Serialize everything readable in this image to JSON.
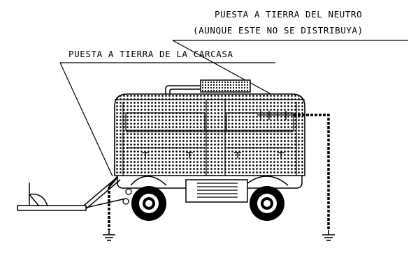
{
  "labels": {
    "neutral_ground_line1": "PUESTA A TIERRA DEL NEUTRO",
    "neutral_ground_line2": "(AUNQUE ESTE NO SE DISTRIBUYA)",
    "chassis_ground": "PUESTA A TIERRA DE LA CARCASA"
  }
}
